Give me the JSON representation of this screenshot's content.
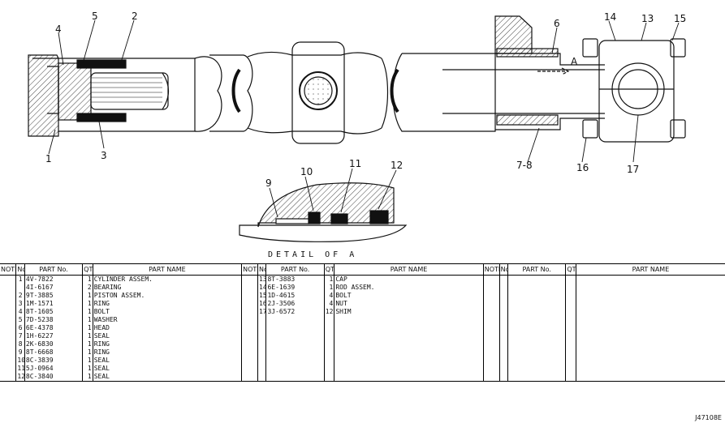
{
  "callouts": [
    "1",
    "2",
    "3",
    "4",
    "5",
    "6",
    "7-8",
    "9",
    "10",
    "11",
    "12",
    "13",
    "14",
    "15",
    "16",
    "17"
  ],
  "detail_caption": "DETAIL OF A",
  "view_marker": "A",
  "table": {
    "headers": [
      "NOTE",
      "No.",
      "PART No.",
      "QTY",
      "PART NAME"
    ],
    "col1": [
      {
        "note": "",
        "no": "1",
        "pn": "4V-7822",
        "qty": "1",
        "name": "CYLINDER ASSEM."
      },
      {
        "note": "",
        "no": "",
        "pn": "4I-6167",
        "qty": "2",
        "name": "BEARING"
      },
      {
        "note": "",
        "no": "2",
        "pn": "9T-3885",
        "qty": "1",
        "name": "PISTON ASSEM."
      },
      {
        "note": "",
        "no": "3",
        "pn": "1M-1571",
        "qty": "1",
        "name": "RING"
      },
      {
        "note": "",
        "no": "4",
        "pn": "8T-1605",
        "qty": "1",
        "name": "BOLT"
      },
      {
        "note": "",
        "no": "5",
        "pn": "7D-5238",
        "qty": "1",
        "name": "WASHER"
      },
      {
        "note": "",
        "no": "6",
        "pn": "6E-4378",
        "qty": "1",
        "name": "HEAD"
      },
      {
        "note": "",
        "no": "7",
        "pn": "1H-6227",
        "qty": "1",
        "name": "SEAL"
      },
      {
        "note": "",
        "no": "8",
        "pn": "2K-6830",
        "qty": "1",
        "name": "RING"
      },
      {
        "note": "",
        "no": "9",
        "pn": "8T-6668",
        "qty": "1",
        "name": "RING"
      },
      {
        "note": "",
        "no": "10",
        "pn": "8C-3839",
        "qty": "1",
        "name": "SEAL"
      },
      {
        "note": "",
        "no": "11",
        "pn": "5J-0964",
        "qty": "1",
        "name": "SEAL"
      },
      {
        "note": "",
        "no": "12",
        "pn": "8C-3840",
        "qty": "1",
        "name": "SEAL"
      }
    ],
    "col2": [
      {
        "note": "",
        "no": "13",
        "pn": "8T-3883",
        "qty": "1",
        "name": "CAP"
      },
      {
        "note": "",
        "no": "14",
        "pn": "6E-1639",
        "qty": "1",
        "name": "ROD ASSEM."
      },
      {
        "note": "",
        "no": "15",
        "pn": "1D-4615",
        "qty": "4",
        "name": "BOLT"
      },
      {
        "note": "",
        "no": "16",
        "pn": "2J-3506",
        "qty": "4",
        "name": "NUT"
      },
      {
        "note": "",
        "no": "17",
        "pn": "3J-6572",
        "qty": "12",
        "name": "SHIM"
      }
    ]
  },
  "figure_code": "J47108E"
}
